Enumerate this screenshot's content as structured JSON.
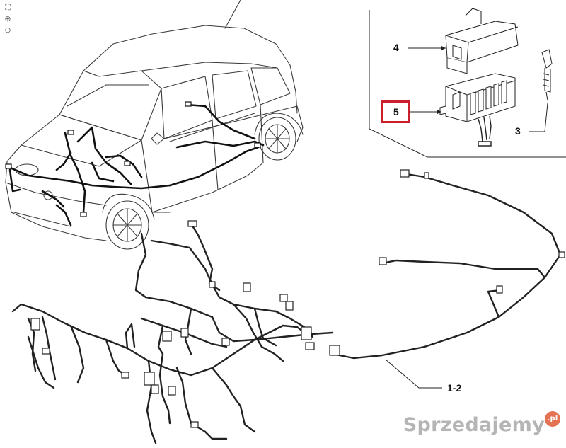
{
  "toolbar": {
    "items": [
      {
        "icon": "fullscreen-icon",
        "glyph": "⛶"
      },
      {
        "icon": "zoom-in-icon",
        "glyph": "⊕"
      },
      {
        "icon": "zoom-out-icon",
        "glyph": "⊖"
      }
    ]
  },
  "callouts": {
    "part_4": "4",
    "part_5": "5",
    "part_3": "3",
    "part_1_2": "1-2"
  },
  "highlight_color": "#cc1f2d",
  "watermark": {
    "text": "Sprzedajemy",
    "badge": ".pl"
  }
}
